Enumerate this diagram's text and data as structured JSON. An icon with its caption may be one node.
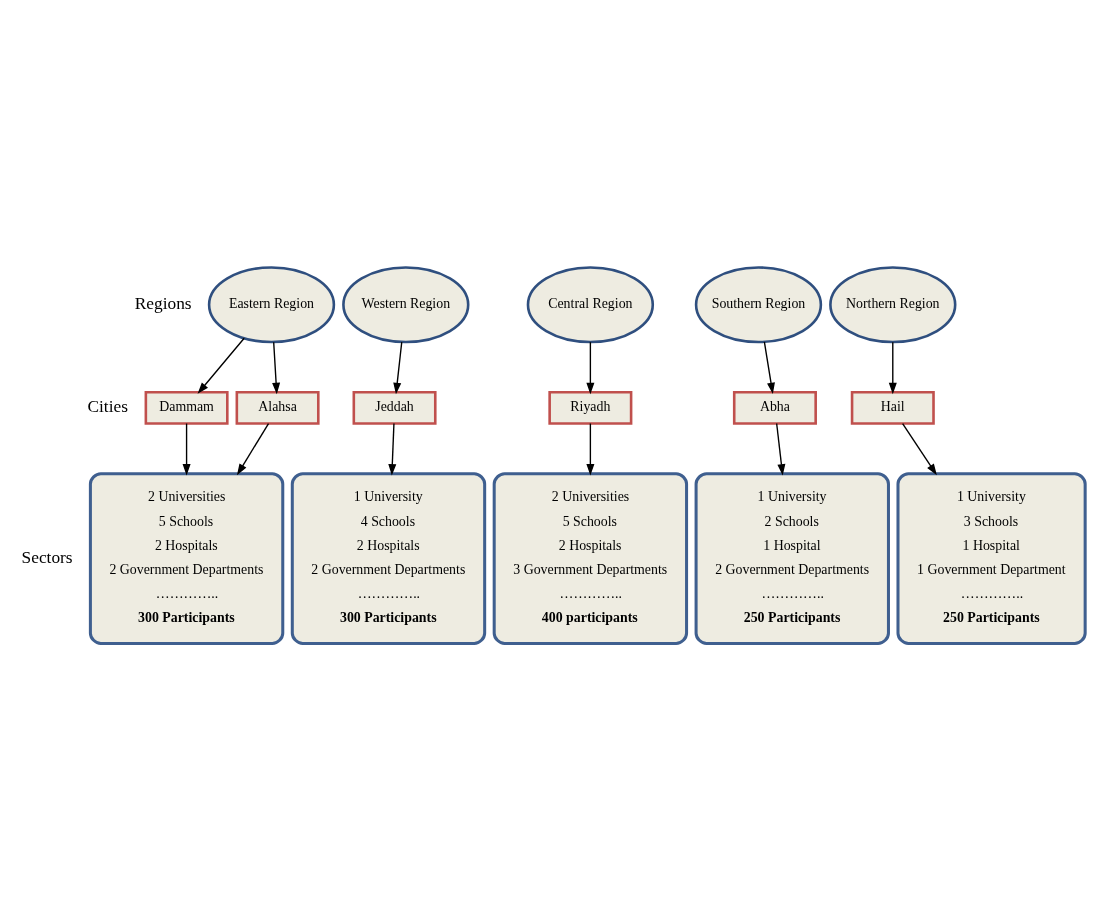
{
  "diagram": {
    "nodes": [
      {
        "text": [
          "Eastern Region"
        ]
      },
      {
        "text": [
          "Western Region"
        ]
      },
      {
        "text": [
          "Central Region"
        ]
      },
      {
        "text": [
          "Southern Region"
        ]
      },
      {
        "text": [
          "Northern Region"
        ]
      },
      {
        "text": [
          "Dammam"
        ]
      },
      {
        "text": [
          "Alahsa"
        ]
      },
      {
        "text": [
          "Jeddah"
        ]
      },
      {
        "text": [
          "Riyadh"
        ]
      },
      {
        "text": [
          "Abha"
        ]
      },
      {
        "text": [
          "Hail"
        ]
      },
      {
        "text": [
          "2 Universities",
          "5 Schools",
          "2 Hospitals",
          "2 Government Departments",
          "…………..",
          "300 Participants"
        ]
      },
      {
        "text": [
          "1 University",
          "4 Schools",
          "2 Hospitals",
          "2 Government Departments",
          "…………..",
          "300 Participants"
        ]
      },
      {
        "text": [
          "2 Universities",
          "5 Schools",
          "2 Hospitals",
          "3 Government Departments",
          "…………..",
          "400 participants"
        ]
      },
      {
        "text": [
          "1 University",
          "2 Schools",
          "1 Hospital",
          "2 Government Departments",
          "…………..",
          "250 Participants"
        ]
      },
      {
        "text": [
          "1 University",
          "3 Schools",
          "1 Hospital",
          "1 Government Department",
          "…………..",
          "250 Participants"
        ]
      }
    ],
    "edges": [
      {
        "from": 0,
        "to": 5,
        "arrow": "to"
      },
      {
        "from": 0,
        "to": 6,
        "arrow": "to"
      },
      {
        "from": 1,
        "to": 7,
        "arrow": "to"
      },
      {
        "from": 2,
        "to": 8,
        "arrow": "to"
      },
      {
        "from": 3,
        "to": 9,
        "arrow": "to"
      },
      {
        "from": 4,
        "to": 10,
        "arrow": "to"
      },
      {
        "from": 5,
        "to": 11,
        "arrow": "to"
      },
      {
        "from": 6,
        "to": 11,
        "arrow": "to"
      },
      {
        "from": 7,
        "to": 12,
        "arrow": "to"
      },
      {
        "from": 8,
        "to": 13,
        "arrow": "to"
      },
      {
        "from": 9,
        "to": 14,
        "arrow": "to"
      },
      {
        "from": 10,
        "to": 15,
        "arrow": "to"
      }
    ],
    "labels": [
      "Regions",
      "Cities",
      "Sectors"
    ]
  }
}
